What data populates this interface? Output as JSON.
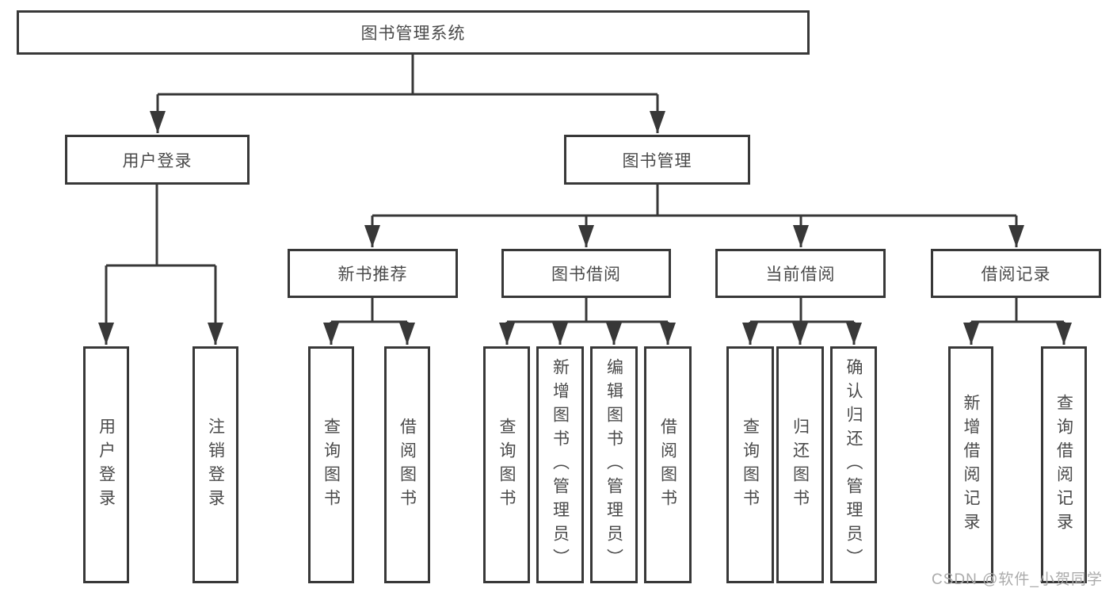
{
  "nodes": {
    "root": "图书管理系统",
    "user_login": "用户登录",
    "book_mgmt": "图书管理",
    "new_book_rec": "新书推荐",
    "book_borrow": "图书借阅",
    "current_borrow": "当前借阅",
    "borrow_record": "借阅记录",
    "leaf_login": "用户登录",
    "leaf_logout": "注销登录",
    "leaf_rec_query": "查询图书",
    "leaf_rec_borrow": "借阅图书",
    "leaf_bb_query": "查询图书",
    "leaf_bb_add": "新增图书（管理员）",
    "leaf_bb_edit": "编辑图书（管理员）",
    "leaf_bb_borrow": "借阅图书",
    "leaf_cb_query": "查询图书",
    "leaf_cb_return": "归还图书",
    "leaf_cb_confirm": "确认归还（管理员）",
    "leaf_br_add": "新增借阅记录",
    "leaf_br_query": "查询借阅记录"
  },
  "hierarchy": {
    "图书管理系统": {
      "用户登录": [
        "用户登录",
        "注销登录"
      ],
      "图书管理": {
        "新书推荐": [
          "查询图书",
          "借阅图书"
        ],
        "图书借阅": [
          "查询图书",
          "新增图书（管理员）",
          "编辑图书（管理员）",
          "借阅图书"
        ],
        "当前借阅": [
          "查询图书",
          "归还图书",
          "确认归还（管理员）"
        ],
        "借阅记录": [
          "新增借阅记录",
          "查询借阅记录"
        ]
      }
    }
  },
  "watermark": "CSDN @软件_小贺同学",
  "colors": {
    "line": "#383838",
    "text": "#4a4a4a",
    "watermark": "#ababab",
    "background": "#ffffff"
  }
}
